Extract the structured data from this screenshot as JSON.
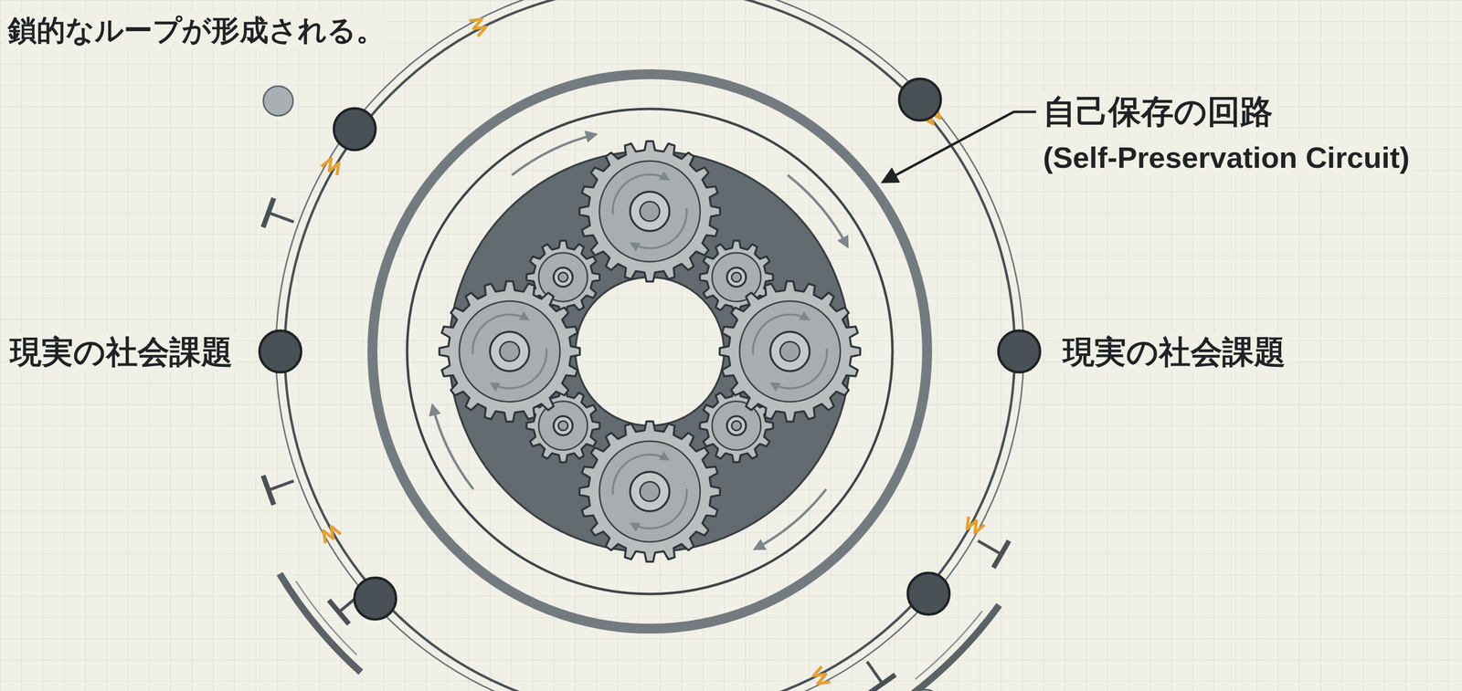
{
  "diagram": {
    "labels": [
      "鎖的なループが形成される。",
      "自己保存の回路",
      "(Self-Preservation Circuit)",
      "現実の社会課題",
      "現実の社会課題"
    ]
  }
}
